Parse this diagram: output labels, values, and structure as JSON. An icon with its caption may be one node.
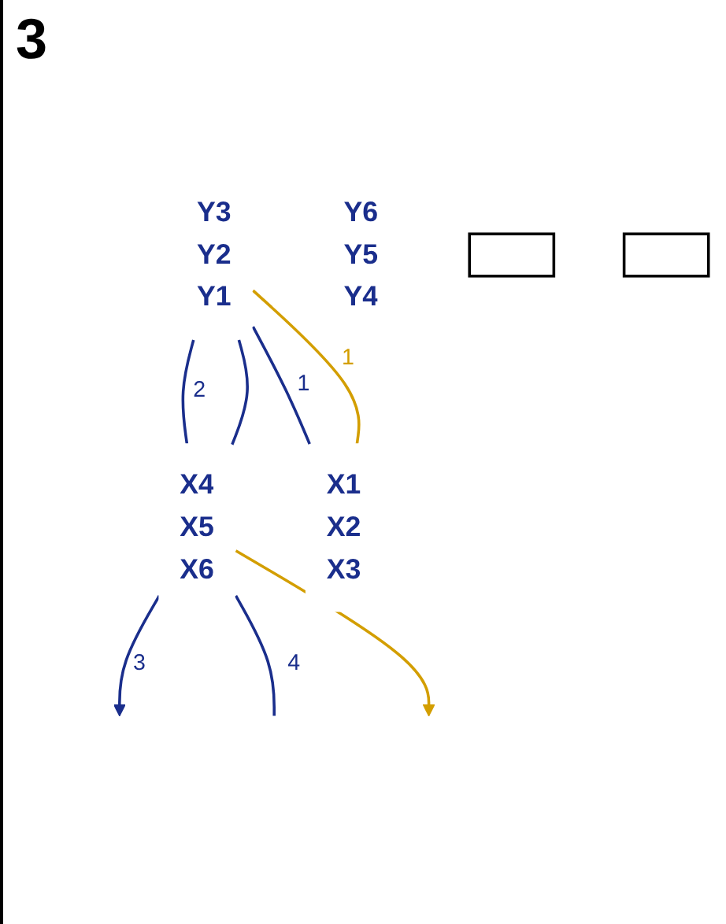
{
  "diagram": {
    "nodes": [
      {
        "text": [
          "Y3",
          "Y2",
          "Y1"
        ]
      },
      {
        "text": [
          "Y6",
          "Y5",
          "Y4"
        ]
      },
      {
        "text": [
          "X4",
          "X5",
          "X6"
        ]
      },
      {
        "text": [
          "X1",
          "X2",
          "X3"
        ]
      },
      {
        "text": [],
        "shape": "box"
      },
      {
        "text": [],
        "shape": "box"
      }
    ],
    "edges": [
      {
        "from": 0,
        "to": 3,
        "arrow": "none",
        "label": "1"
      },
      {
        "from": 0,
        "to": 2,
        "arrow": "none",
        "label": "2"
      },
      {
        "from": 0,
        "to": 2,
        "arrow": "none"
      },
      {
        "from": 2,
        "to": null,
        "arrow": "to",
        "label": "3"
      },
      {
        "from": 2,
        "to": null,
        "arrow": "none",
        "label": "4"
      },
      {
        "from": 2,
        "to": null,
        "arrow": "to",
        "color": "#d39e00"
      },
      {
        "from": 0,
        "to": 3,
        "arrow": "none",
        "label": "1",
        "color": "#d39e00"
      }
    ],
    "labels": [
      "3"
    ]
  }
}
